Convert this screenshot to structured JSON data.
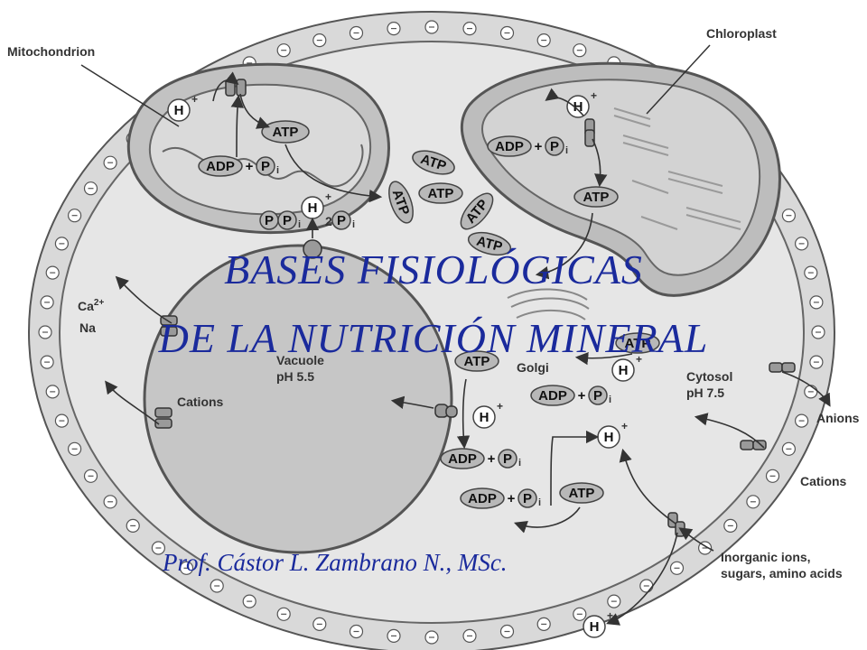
{
  "title": {
    "line1": "BASES FISIOLÓGICAS",
    "line2": "DE LA NUTRICIÓN MINERAL"
  },
  "author": "Prof. Cástor L. Zambrano N., MSc.",
  "labels": {
    "mitochondrion": "Mitochondrion",
    "chloroplast": "Chloroplast",
    "vacuole": "Vacuole",
    "vacuole_ph": "pH 5.5",
    "cytosol": "Cytosol",
    "cytosol_ph": "pH 7.5",
    "golgi": "Golgi",
    "anions": "Anions",
    "cations_right": "Cations",
    "cations_vacuole": "Cations",
    "calcium": "Ca",
    "calcium_charge": "2+",
    "sodium": "Na",
    "inorganic_line1": "Inorganic ions,",
    "inorganic_line2": "sugars, amino acids"
  },
  "molecules": {
    "atp": "ATP",
    "adp": "ADP",
    "plus": "+",
    "phosphate": "P",
    "phosphate_sub": "i",
    "proton": "H",
    "proton_charge": "+",
    "stoich_2": "2"
  },
  "colors": {
    "title": "#1a2a9c",
    "outline": "#555555",
    "cytoplasm": "#e6e6e6",
    "organelle": "#cfcfcf",
    "oval": "#b8b8b8"
  }
}
